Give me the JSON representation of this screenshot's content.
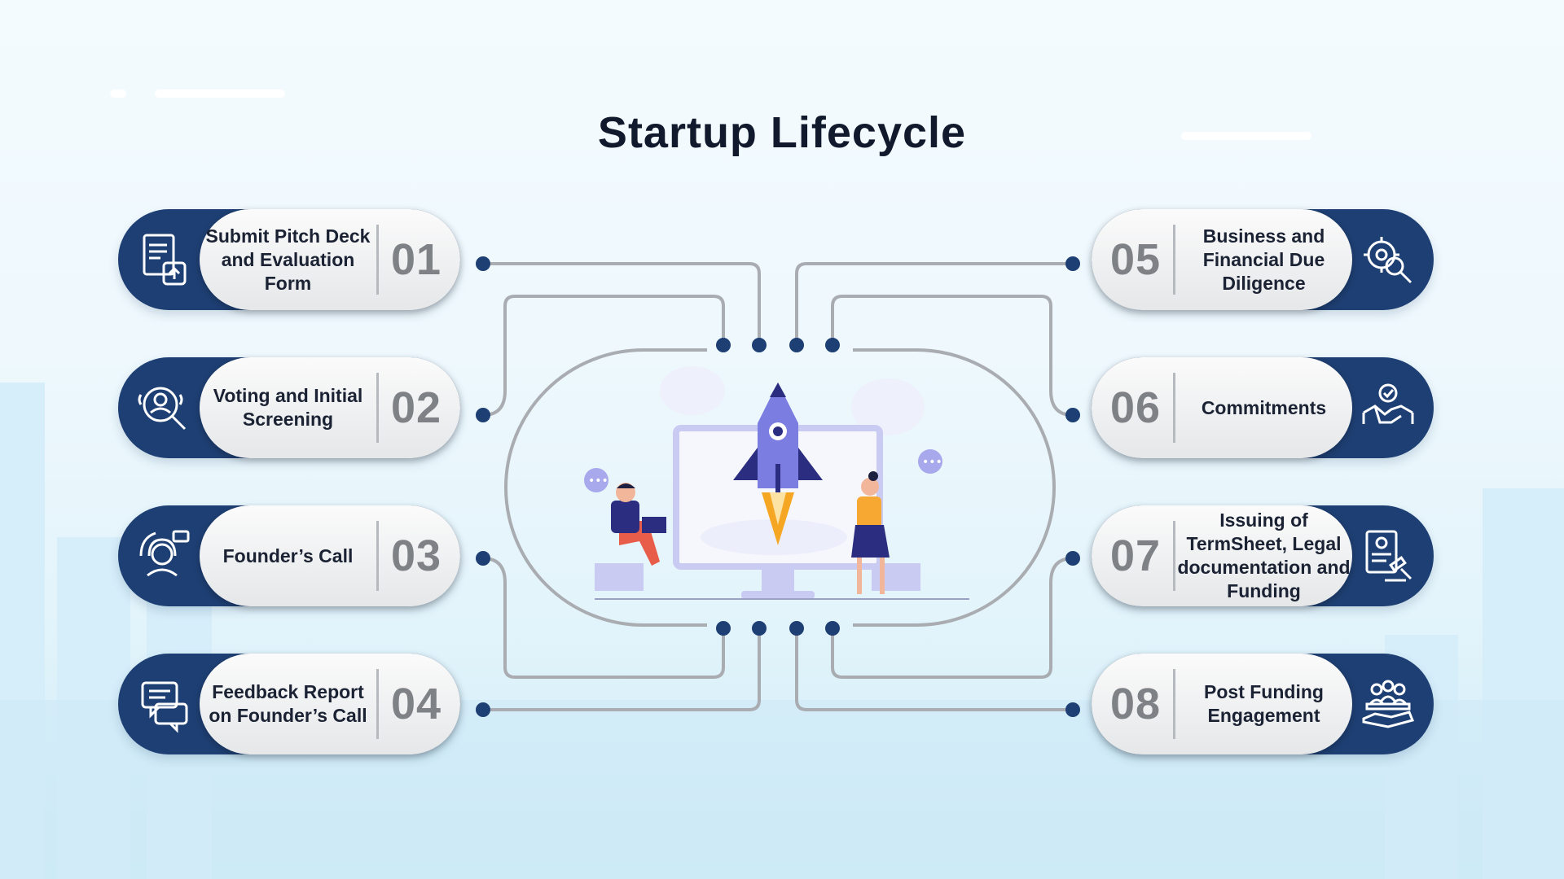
{
  "title": "Startup Lifecycle",
  "steps": [
    {
      "num": "01",
      "label": "Submit Pitch Deck and Evaluation Form",
      "icon": "document-upload-icon"
    },
    {
      "num": "02",
      "label": "Voting and Initial Screening",
      "icon": "user-search-icon"
    },
    {
      "num": "03",
      "label": "Founder’s Call",
      "icon": "headset-call-icon"
    },
    {
      "num": "04",
      "label": "Feedback Report on Founder’s Call",
      "icon": "chat-bubbles-icon"
    },
    {
      "num": "05",
      "label": "Business and Financial Due Diligence",
      "icon": "gear-search-icon"
    },
    {
      "num": "06",
      "label": "Commitments",
      "icon": "handshake-icon"
    },
    {
      "num": "07",
      "label": "Issuing of TermSheet, Legal documentation and Funding",
      "icon": "legal-document-gavel-icon"
    },
    {
      "num": "08",
      "label": "Post Funding Engagement",
      "icon": "team-support-icon"
    }
  ],
  "colors": {
    "accent": "#1e3f73",
    "connector": "#a9acb0",
    "dot": "#1e3f73",
    "rocket": "#7b7ee0"
  }
}
